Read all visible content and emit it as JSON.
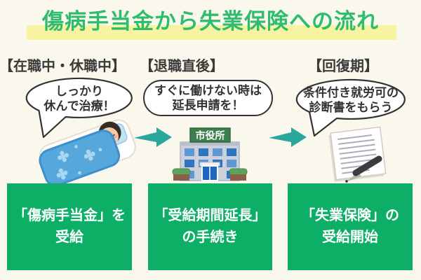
{
  "title": {
    "text": "傷病手当金から失業保険への流れ"
  },
  "columns": [
    {
      "stage": "【在職中・休職中】",
      "bubble_line1": "しっかり",
      "bubble_line2": "休んで治療！",
      "illustration": "sleeping-person",
      "box_line1": "「傷病手当金」を",
      "box_line2": "受給"
    },
    {
      "stage": "【退職直後】",
      "bubble_line1": "すぐに働けない時は",
      "bubble_line2": "延長申請を！",
      "illustration": "city-hall",
      "box_line1": "「受給期間延長」",
      "box_line2": "の手続き"
    },
    {
      "stage": "【回復期】",
      "bubble_line1": "条件付き就労可の",
      "bubble_line2": "診断書をもらう",
      "illustration": "document-and-pen",
      "box_line1": "「失業保険」の",
      "box_line2": "受給開始"
    }
  ],
  "city_hall_sign": "市役所",
  "colors": {
    "background": "#FAF8EC",
    "title_green": "#2EBD6C",
    "title_highlight": "#F8F3A0",
    "step_box_green": "#0DAE66",
    "arrow_teal": "#29A79D",
    "heading_text": "#3A3A3A"
  }
}
